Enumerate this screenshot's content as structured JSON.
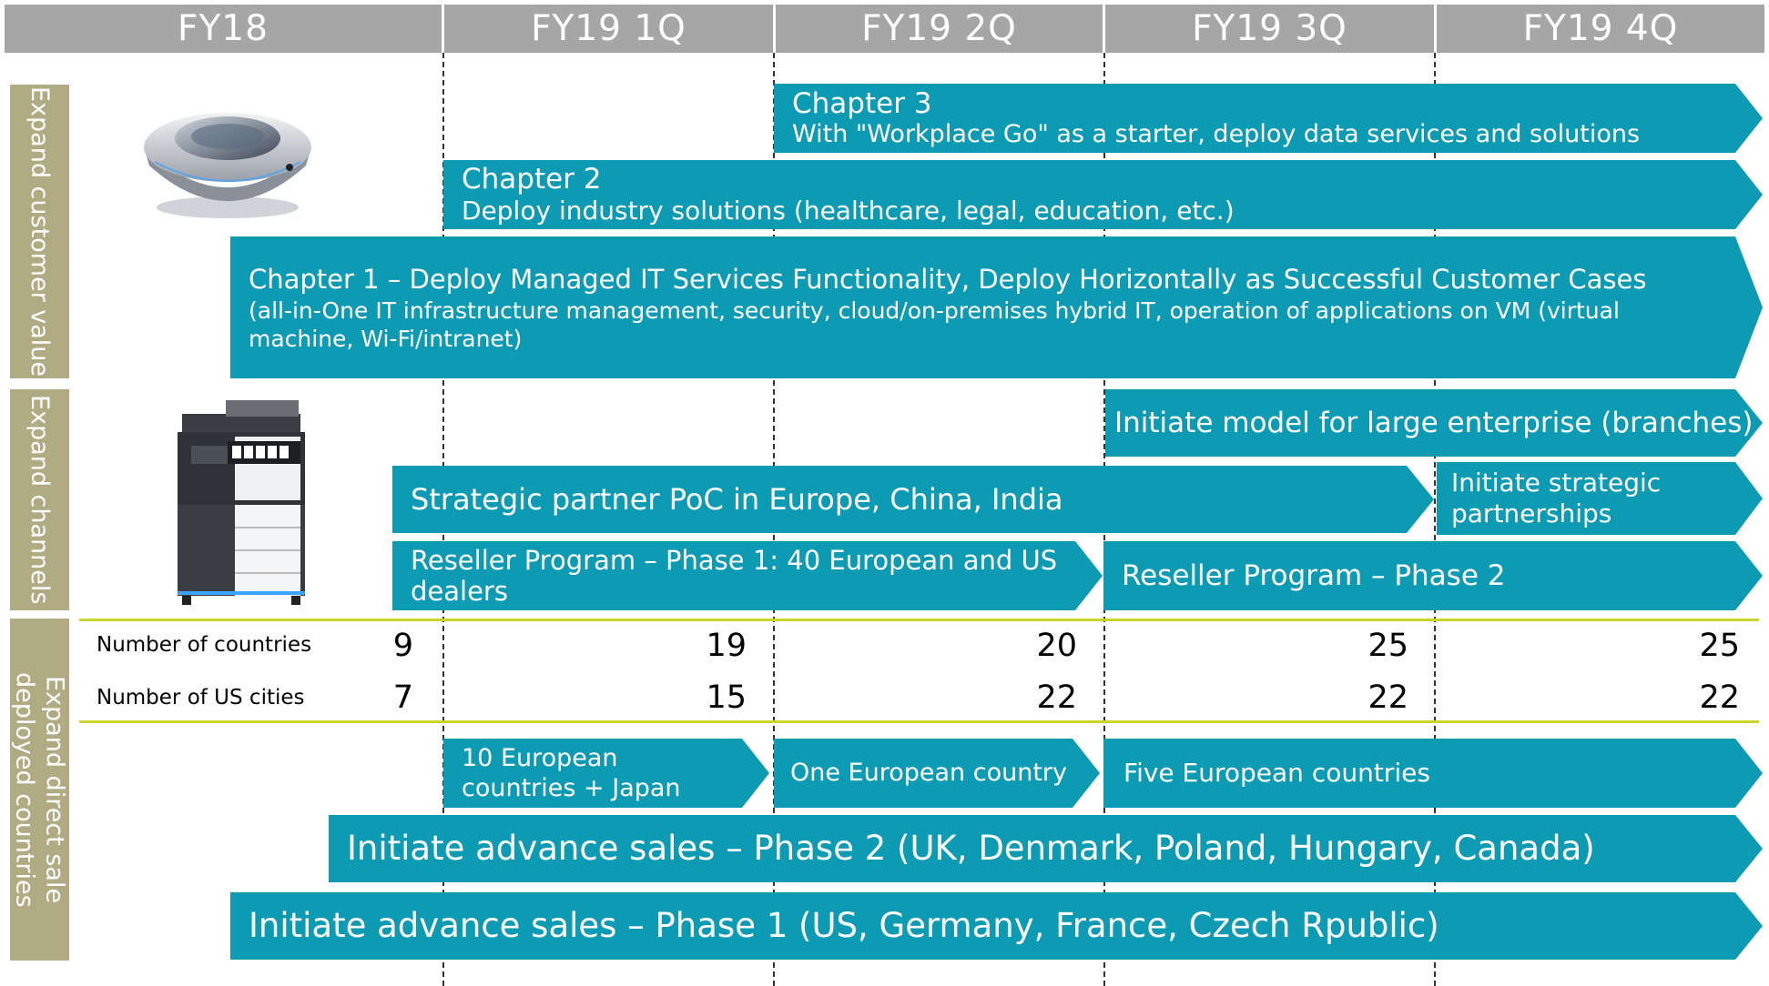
{
  "header": {
    "periods": [
      "FY18",
      "FY19 1Q",
      "FY19 2Q",
      "FY19 3Q",
      "FY19 4Q"
    ]
  },
  "sections": {
    "customer_value": "Expand customer value",
    "channels": "Expand channels",
    "direct_sale": "Expand direct sale deployed countries"
  },
  "customer_value_bars": {
    "chapter3_title": "Chapter 3",
    "chapter3_desc": "With \"Workplace Go\" as a starter, deploy data services and solutions",
    "chapter2_title": "Chapter 2",
    "chapter2_desc": "Deploy industry solutions (healthcare, legal, education, etc.)",
    "chapter1_title": "Chapter 1 – Deploy Managed IT Services Functionality, Deploy Horizontally as Successful Customer Cases",
    "chapter1_desc": "(all-in-One IT infrastructure management, security, cloud/on-premises hybrid IT, operation of applications on VM (virtual machine, Wi-Fi/intranet)"
  },
  "channel_bars": {
    "large_enterprise": "Initiate model for large enterprise (branches)",
    "strategic_poc": "Strategic partner PoC in Europe, China, India",
    "strategic_partnerships": "Initiate strategic partnerships",
    "reseller_phase1": "Reseller Program – Phase 1: 40 European and US dealers",
    "reseller_phase2": "Reseller Program – Phase 2"
  },
  "stats": {
    "countries_label": "Number of countries",
    "countries": [
      "9",
      "19",
      "20",
      "25",
      "25"
    ],
    "cities_label": "Number of US cities",
    "cities": [
      "7",
      "15",
      "22",
      "22",
      "22"
    ]
  },
  "direct_sale_bars": {
    "eu10_japan": "10 European countries + Japan",
    "one_eu": "One European country",
    "five_eu": "Five European countries",
    "phase2": "Initiate advance sales – Phase 2 (UK, Denmark, Poland, Hungary, Canada)",
    "phase1": "Initiate advance sales – Phase 1 (US, Germany, France, Czech Rpublic)"
  },
  "colors": {
    "header_bg": "#a6a6a6",
    "arrow": "#0d9bb3",
    "side_label": "#b0ab83",
    "rule": "#c8d62e"
  },
  "icons": [
    "workplace-hub-device-icon",
    "multifunction-printer-icon"
  ]
}
